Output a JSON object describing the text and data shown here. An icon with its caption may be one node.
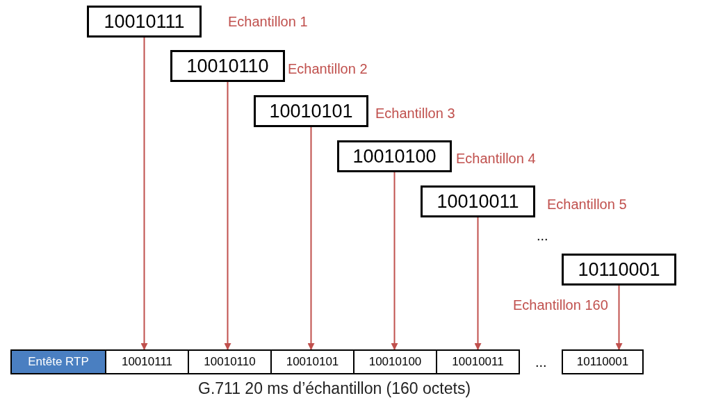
{
  "diagram": {
    "caption": "G.711 20 ms d’échantillon (160 octets)",
    "nodes": [
      {
        "text": [
          "10010111"
        ],
        "beside": [
          "Echantillon 1"
        ]
      },
      {
        "text": [
          "10010110"
        ],
        "beside": [
          "Echantillon 2"
        ]
      },
      {
        "text": [
          "10010101"
        ],
        "beside": [
          "Echantillon 3"
        ]
      },
      {
        "text": [
          "10010100"
        ],
        "beside": [
          "Echantillon 4"
        ]
      },
      {
        "text": [
          "10010011"
        ],
        "beside": [
          "Echantillon 5"
        ]
      },
      {
        "text": [
          "10110001"
        ],
        "beside": [
          "Echantillon 160"
        ]
      },
      {
        "text": [
          "Entête RTP"
        ]
      },
      {
        "text": [
          "10010111"
        ]
      },
      {
        "text": [
          "10010110"
        ]
      },
      {
        "text": [
          "10010101"
        ]
      },
      {
        "text": [
          "10010100"
        ]
      },
      {
        "text": [
          "10010011"
        ]
      },
      {
        "text": [
          "10110001"
        ]
      }
    ],
    "edges": [
      {
        "from": 0,
        "to": 7,
        "arrow": "to"
      },
      {
        "from": 1,
        "to": 8,
        "arrow": "to"
      },
      {
        "from": 2,
        "to": 9,
        "arrow": "to"
      },
      {
        "from": 3,
        "to": 10,
        "arrow": "to"
      },
      {
        "from": 4,
        "to": 11,
        "arrow": "to"
      },
      {
        "from": 5,
        "to": 12,
        "arrow": "to"
      }
    ],
    "labels": [
      "...",
      "..."
    ]
  }
}
